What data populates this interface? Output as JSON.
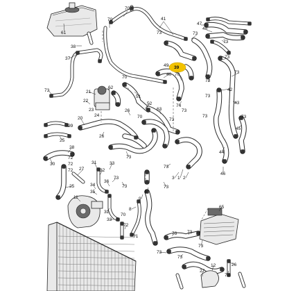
{
  "highlight_color": "#f2c200",
  "highlighted_part": "39",
  "callouts": [
    {
      "id": "c61",
      "text": "61"
    },
    {
      "id": "c70a",
      "text": "70"
    },
    {
      "id": "c70b",
      "text": "70"
    },
    {
      "id": "c38",
      "text": "38"
    },
    {
      "id": "c37",
      "text": "37"
    },
    {
      "id": "c41",
      "text": "41"
    },
    {
      "id": "c73a",
      "text": "73"
    },
    {
      "id": "c47",
      "text": "47"
    },
    {
      "id": "c48",
      "text": "48"
    },
    {
      "id": "c73b",
      "text": "73"
    },
    {
      "id": "c73c",
      "text": "73"
    },
    {
      "id": "c73d",
      "text": "73"
    },
    {
      "id": "c73e",
      "text": "73"
    },
    {
      "id": "c73f",
      "text": "73"
    },
    {
      "id": "c49",
      "text": "49"
    },
    {
      "id": "c39",
      "text": "39"
    },
    {
      "id": "c40",
      "text": "40"
    },
    {
      "id": "c70c",
      "text": "70"
    },
    {
      "id": "c42",
      "text": "42"
    },
    {
      "id": "c43",
      "text": "43"
    },
    {
      "id": "c45",
      "text": "45"
    },
    {
      "id": "c44",
      "text": "44"
    },
    {
      "id": "c46",
      "text": "46"
    },
    {
      "id": "c73g",
      "text": "73"
    },
    {
      "id": "c73h",
      "text": "73"
    },
    {
      "id": "c73i",
      "text": "73"
    },
    {
      "id": "c70d",
      "text": "70"
    },
    {
      "id": "c73j",
      "text": "73"
    },
    {
      "id": "c21",
      "text": "21"
    },
    {
      "id": "c62",
      "text": "62"
    },
    {
      "id": "c51",
      "text": "51"
    },
    {
      "id": "c52",
      "text": "52"
    },
    {
      "id": "c63",
      "text": "63"
    },
    {
      "id": "c74",
      "text": "74"
    },
    {
      "id": "c73k",
      "text": "73"
    },
    {
      "id": "c73l",
      "text": "73"
    },
    {
      "id": "c70e",
      "text": "70"
    },
    {
      "id": "c20",
      "text": "20"
    },
    {
      "id": "c26a",
      "text": "26"
    },
    {
      "id": "c26b",
      "text": "26"
    },
    {
      "id": "c22",
      "text": "22"
    },
    {
      "id": "c23",
      "text": "23"
    },
    {
      "id": "c24",
      "text": "24"
    },
    {
      "id": "c29",
      "text": "29"
    },
    {
      "id": "c28",
      "text": "28"
    },
    {
      "id": "c25a",
      "text": "25"
    },
    {
      "id": "c25b",
      "text": "25"
    },
    {
      "id": "c30",
      "text": "30"
    },
    {
      "id": "c72a",
      "text": "72"
    },
    {
      "id": "c72b",
      "text": "72"
    },
    {
      "id": "c72c",
      "text": "72"
    },
    {
      "id": "c27",
      "text": "27"
    },
    {
      "id": "c73m",
      "text": "73"
    },
    {
      "id": "c73n",
      "text": "73"
    },
    {
      "id": "c33a",
      "text": "33"
    },
    {
      "id": "c31",
      "text": "31"
    },
    {
      "id": "c32a",
      "text": "32"
    },
    {
      "id": "c11",
      "text": "11"
    },
    {
      "id": "c73o",
      "text": "73"
    },
    {
      "id": "c73p",
      "text": "73"
    },
    {
      "id": "c73q",
      "text": "73"
    },
    {
      "id": "c3",
      "text": "3"
    },
    {
      "id": "c1",
      "text": "1"
    },
    {
      "id": "c2",
      "text": "2"
    },
    {
      "id": "c34",
      "text": "34"
    },
    {
      "id": "c36",
      "text": "36"
    },
    {
      "id": "c35",
      "text": "35"
    },
    {
      "id": "c32b",
      "text": "32"
    },
    {
      "id": "c33b",
      "text": "33"
    },
    {
      "id": "c8",
      "text": "8"
    },
    {
      "id": "c70f",
      "text": "70"
    },
    {
      "id": "c9",
      "text": "9"
    },
    {
      "id": "c4",
      "text": "4"
    },
    {
      "id": "c72d",
      "text": "72"
    },
    {
      "id": "c71",
      "text": "71"
    },
    {
      "id": "c65",
      "text": "65"
    },
    {
      "id": "c73r",
      "text": "73"
    },
    {
      "id": "c73s",
      "text": "73"
    },
    {
      "id": "c73t",
      "text": "73"
    },
    {
      "id": "c73u",
      "text": "73"
    },
    {
      "id": "c73v",
      "text": "73"
    },
    {
      "id": "c12",
      "text": "12"
    },
    {
      "id": "c26c",
      "text": "26"
    },
    {
      "id": "c27b",
      "text": "27"
    },
    {
      "id": "c70g",
      "text": "70"
    }
  ]
}
